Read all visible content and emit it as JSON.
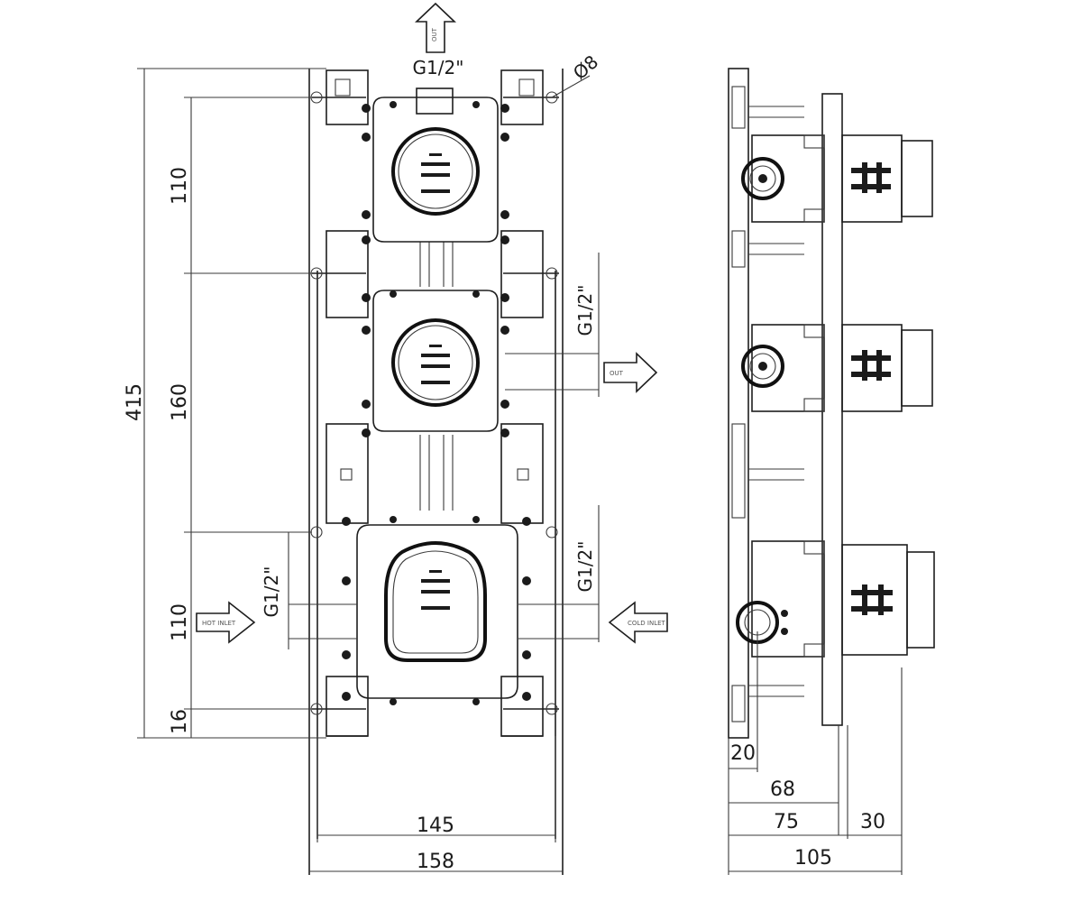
{
  "colors": {
    "line": "#1e1e1e",
    "background": "#ffffff"
  },
  "front_view": {
    "dimensions": {
      "overall_height": "415",
      "upper_spacing": "110",
      "middle_spacing": "160",
      "lower_spacing": "110",
      "bottom_offset": "16",
      "inner_width": "145",
      "outer_width": "158"
    },
    "callouts": {
      "top_outlet_thread": "G1/2\"",
      "right_outlet_thread": "G1/2\"",
      "right_inlet_thread": "G1/2\"",
      "left_inlet_thread": "G1/2\"",
      "mounting_hole": "Ø8"
    },
    "arrows": [
      "outlet-up-arrow",
      "outlet-right-arrow",
      "inlet-left-arrow",
      "inlet-right-arrow"
    ]
  },
  "side_view": {
    "dimensions": {
      "wall_plate": "20",
      "body_depth": "68",
      "frame_depth": "75",
      "cartridge_protrusion": "30",
      "total_depth": "105"
    }
  }
}
